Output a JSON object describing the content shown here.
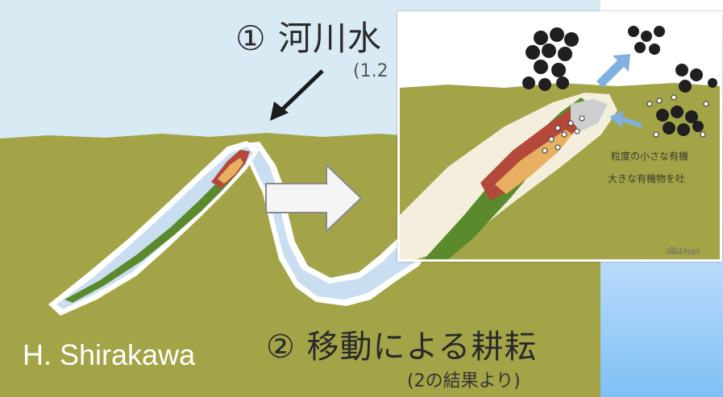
{
  "diagram": {
    "step1_label": "① 河川水",
    "step1_note": "(1.2",
    "step2_label": "② 移動による耕耘",
    "step2_note": "(2の結果より)",
    "credit": "H. Shirakawa",
    "inset": {
      "text_line1": "粒度の小さな有機",
      "text_line2": "大きな有機物を吐",
      "caption": "(図はAppl"
    }
  },
  "colors": {
    "sky": "#d8ebf4",
    "soil": "#a3a447",
    "water": "#c9def0",
    "worm_green": "#5a8a2c",
    "worm_red": "#b4483a",
    "worm_orange": "#e8b060",
    "arrow_blue": "#7fb0e0",
    "particle_dark": "#1f1f1f"
  }
}
